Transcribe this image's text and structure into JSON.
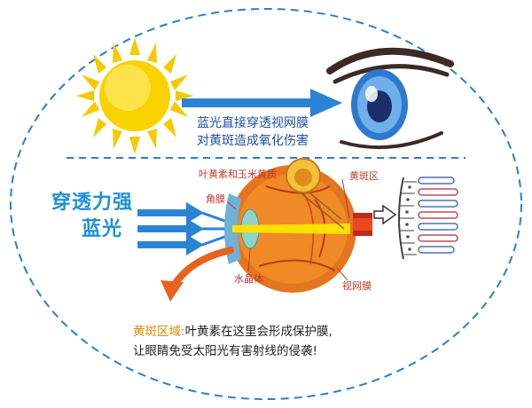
{
  "top_caption": {
    "line1": "蓝光直接穿透视网膜",
    "line2": "对黄斑造成氧化伤害"
  },
  "left_label": {
    "line1": "穿透力强",
    "line2": "蓝光"
  },
  "parts": {
    "lutein": "叶黄素和玉米黄质",
    "cornea": "角膜",
    "macula": "黄斑区",
    "lens": "水晶体",
    "retina": "视网膜"
  },
  "bottom_note": {
    "key": "黄斑区域:",
    "line1_rest": "叶黄素在这里会形成保护膜,",
    "line2": "让眼睛免受太阳光有害射线的侵袭!"
  },
  "colors": {
    "dashed_border": "#2a7fc9",
    "sun": "#f6c900",
    "blue_arrow": "#2b83d6",
    "label_red": "#c0392b",
    "orange_arrow": "#e8621d"
  }
}
